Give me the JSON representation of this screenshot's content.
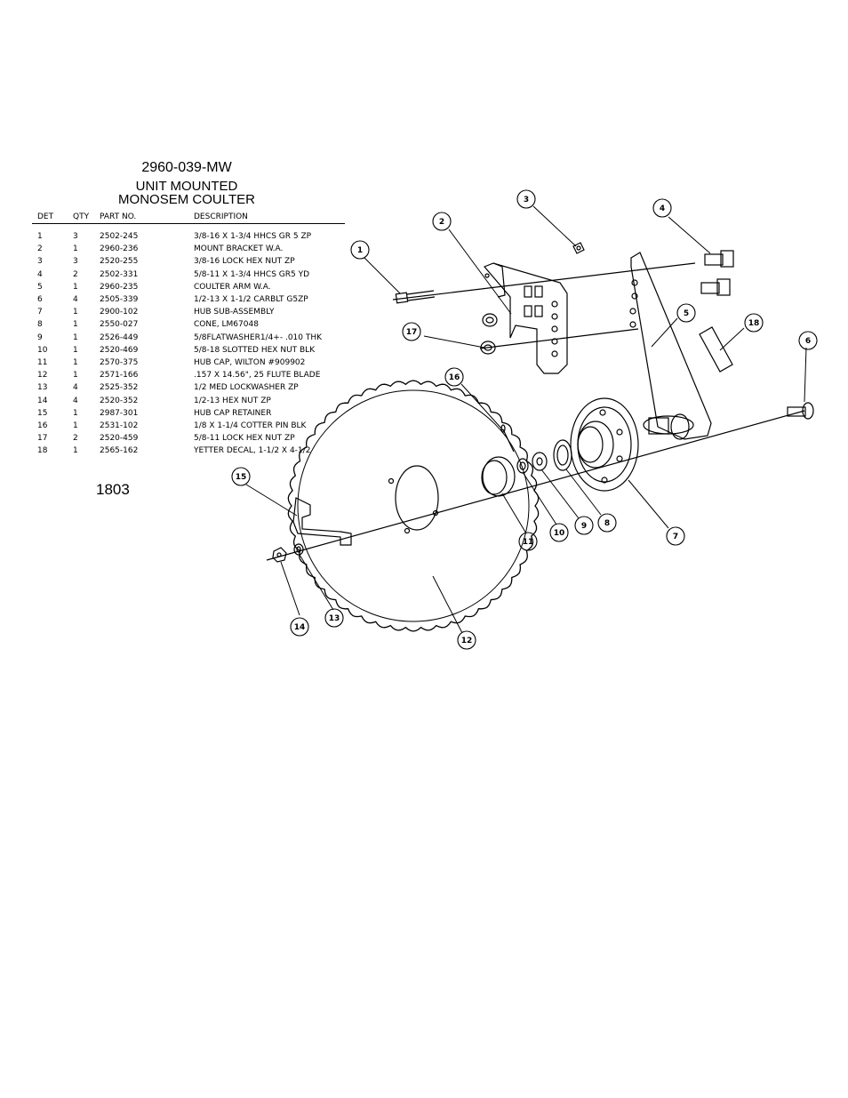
{
  "title": {
    "part_number": "2960-039-MW",
    "line1": "UNIT MOUNTED",
    "line2": "MONOSEM COULTER"
  },
  "table": {
    "headers": [
      "DET",
      "QTY",
      "PART NO.",
      "DESCRIPTION"
    ],
    "rows": [
      [
        "1",
        "3",
        "2502-245",
        "3/8-16 X 1-3/4 HHCS GR 5 ZP"
      ],
      [
        "2",
        "1",
        "2960-236",
        "MOUNT BRACKET W.A."
      ],
      [
        "3",
        "3",
        "2520-255",
        "3/8-16 LOCK HEX NUT ZP"
      ],
      [
        "4",
        "2",
        "2502-331",
        "5/8-11 X 1-3/4 HHCS GR5 YD"
      ],
      [
        "5",
        "1",
        "2960-235",
        "COULTER ARM W.A."
      ],
      [
        "6",
        "4",
        "2505-339",
        "1/2-13 X 1-1/2 CARBLT G5ZP"
      ],
      [
        "7",
        "1",
        "2900-102",
        "HUB SUB-ASSEMBLY"
      ],
      [
        "8",
        "1",
        "2550-027",
        "CONE, LM67048"
      ],
      [
        "9",
        "1",
        "2526-449",
        "5/8FLATWASHER1/4+- .010 THK"
      ],
      [
        "10",
        "1",
        "2520-469",
        "5/8-18 SLOTTED HEX NUT BLK"
      ],
      [
        "11",
        "1",
        "2570-375",
        "HUB CAP, WILTON #909902"
      ],
      [
        "12",
        "1",
        "2571-166",
        ".157 X 14.56\", 25 FLUTE BLADE"
      ],
      [
        "13",
        "4",
        "2525-352",
        "1/2 MED LOCKWASHER ZP"
      ],
      [
        "14",
        "4",
        "2520-352",
        "1/2-13 HEX NUT ZP"
      ],
      [
        "15",
        "1",
        "2987-301",
        "HUB CAP RETAINER"
      ],
      [
        "16",
        "1",
        "2531-102",
        "1/8 X 1-1/4 COTTER PIN BLK"
      ],
      [
        "17",
        "2",
        "2520-459",
        "5/8-11 LOCK HEX NUT ZP"
      ],
      [
        "18",
        "1",
        "2565-162",
        "YETTER DECAL, 1-1/2 X 4-1/2"
      ]
    ]
  },
  "drawing_code": "1803",
  "balloons": [
    "1",
    "2",
    "3",
    "4",
    "5",
    "6",
    "7",
    "8",
    "9",
    "10",
    "11",
    "12",
    "13",
    "14",
    "15",
    "16",
    "17",
    "18"
  ],
  "colors": {
    "ink": "#000000",
    "paper": "#ffffff"
  }
}
